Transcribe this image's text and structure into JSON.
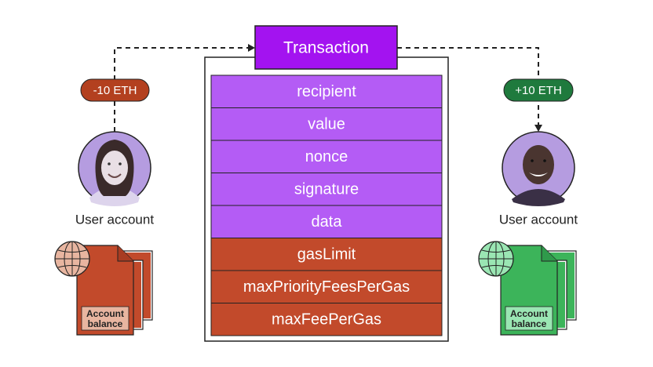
{
  "transaction": {
    "title": "Transaction",
    "fields": [
      "recipient",
      "value",
      "nonce",
      "signature",
      "data"
    ],
    "gas_fields": [
      "gasLimit",
      "maxPriorityFeesPerGas",
      "maxFeePerGas"
    ]
  },
  "sender": {
    "label": "User account",
    "amount": "-10 ETH",
    "balance_line1": "Account",
    "balance_line2": "balance"
  },
  "receiver": {
    "label": "User account",
    "amount": "+10 ETH",
    "balance_line1": "Account",
    "balance_line2": "balance"
  },
  "colors": {
    "purple": "#b45cf5",
    "title_purple": "#a313f0",
    "rust": "#c24a2b",
    "pill_red": "#b3401f",
    "pill_green": "#1f7a3d",
    "green": "#3cb45a",
    "green_light": "#9ae6b3",
    "rust_light": "#e8b5a0",
    "avatar_bg": "#b59ce0"
  }
}
